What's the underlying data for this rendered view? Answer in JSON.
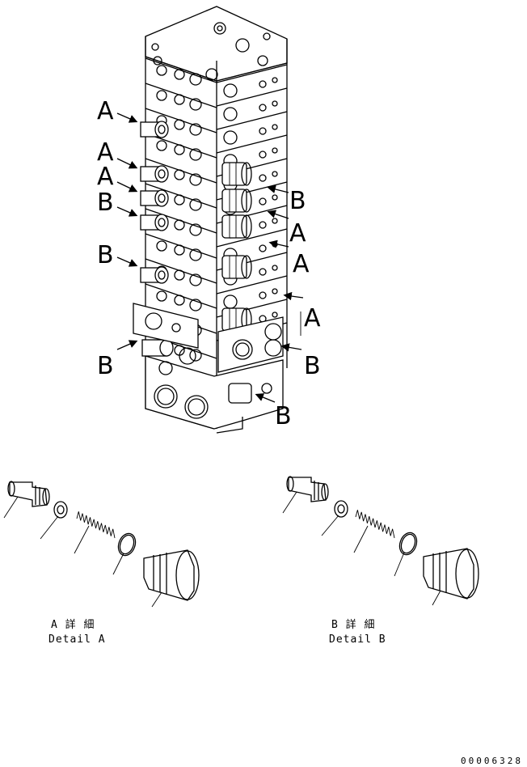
{
  "callouts": {
    "a1": "A",
    "a2": "A",
    "a3": "A",
    "b1": "B",
    "b2": "B",
    "b3": "B",
    "r_b1": "B",
    "r_a1": "A",
    "r_a2": "A",
    "r_a3": "A",
    "r_b2": "B",
    "r_b3": "B"
  },
  "detail_a": {
    "jp": "A 詳 細",
    "en": "Detail A"
  },
  "detail_b": {
    "jp": "B 詳 細",
    "en": "Detail B"
  },
  "drawing_code": "00006328"
}
